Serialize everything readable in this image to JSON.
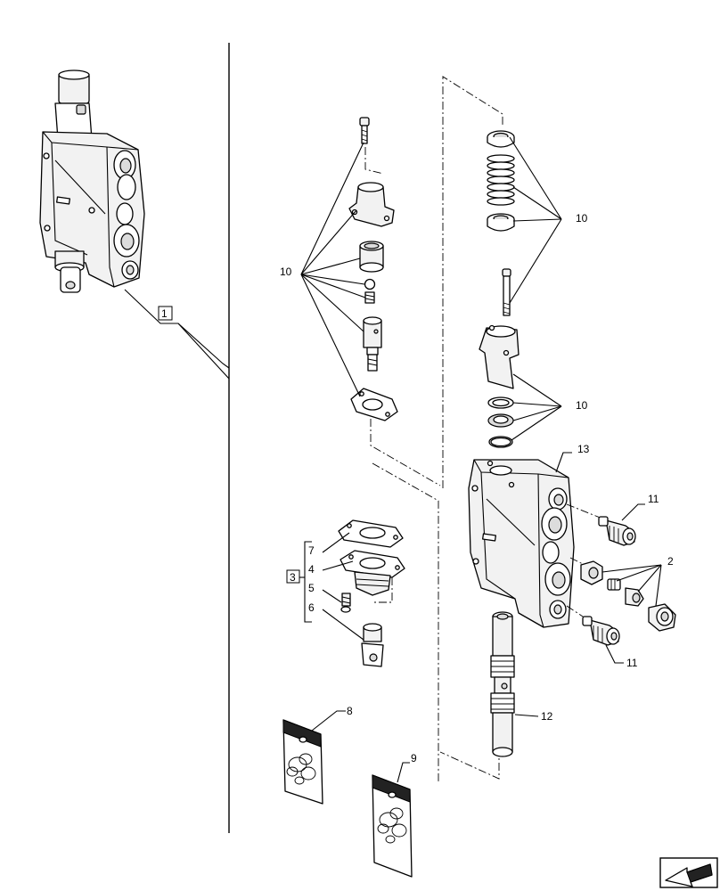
{
  "callouts": {
    "c1": "1",
    "c2": "2",
    "c3": "3",
    "c4": "4",
    "c5": "5",
    "c6": "6",
    "c7": "7",
    "c8": "8",
    "c9": "9",
    "c10a": "10",
    "c10b": "10",
    "c10c": "10",
    "c11a": "11",
    "c11b": "11",
    "c12": "12",
    "c13": "13"
  },
  "icons": {
    "nav": "next-page-arrow-icon"
  }
}
